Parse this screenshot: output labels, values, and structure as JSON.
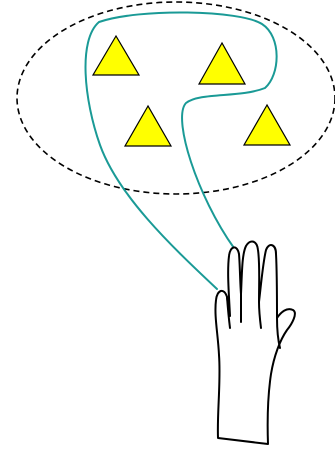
{
  "diagram": {
    "colors": {
      "background": "#ffffff",
      "set_boundary": "#000000",
      "triangle_fill": "#ffff00",
      "triangle_stroke": "#000000",
      "selection_lasso": "#1a9a96",
      "hand_stroke": "#000000",
      "hand_fill": "#ffffff"
    },
    "set_boundary": {
      "shape": "ellipse",
      "style": "dashed"
    },
    "triangles": [
      {
        "name": "triangle-top-left",
        "selected": true
      },
      {
        "name": "triangle-top-right",
        "selected": true
      },
      {
        "name": "triangle-bottom-left",
        "selected": true
      },
      {
        "name": "triangle-bottom-right",
        "selected": false
      }
    ],
    "lasso": {
      "selected_count": 3,
      "icon": "lasso-selection"
    },
    "hand": {
      "icon": "pointing-hand-icon"
    }
  }
}
